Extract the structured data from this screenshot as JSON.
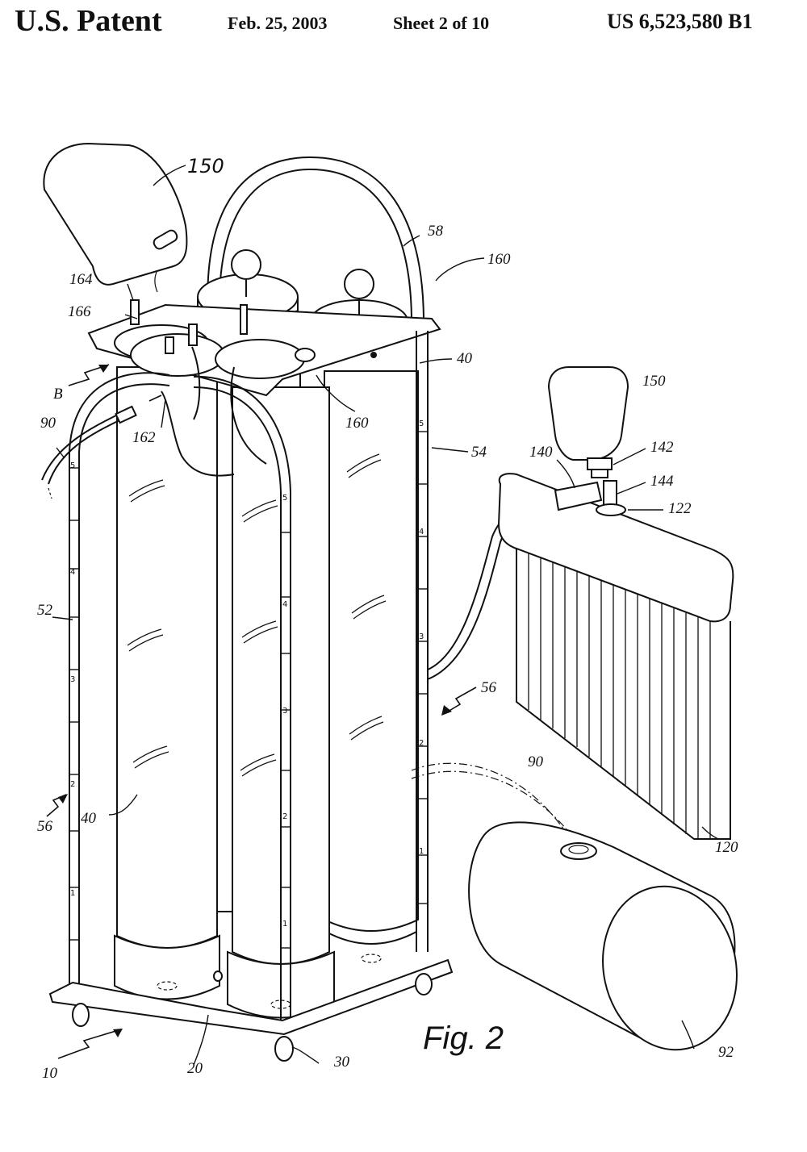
{
  "header": {
    "title": "U.S. Patent",
    "date": "Feb. 25, 2003",
    "sheet": "Sheet 2 of 10",
    "number": "US 6,523,580 B1"
  },
  "figure": {
    "caption": "Fig. 2",
    "labels": {
      "l150a": "150",
      "l58": "58",
      "l160a": "160",
      "l164": "164",
      "l166": "166",
      "l40a": "40",
      "lB": "B",
      "l160b": "160",
      "l90a": "90",
      "l162": "162",
      "l150b": "150",
      "l54": "54",
      "l142": "142",
      "l140": "140",
      "l144": "144",
      "l122": "122",
      "l52": "52",
      "l56a": "56",
      "l90b": "90",
      "l40b": "40",
      "l56b": "56",
      "l120": "120",
      "l92": "92",
      "l10": "10",
      "l20": "20",
      "l30": "30"
    }
  }
}
